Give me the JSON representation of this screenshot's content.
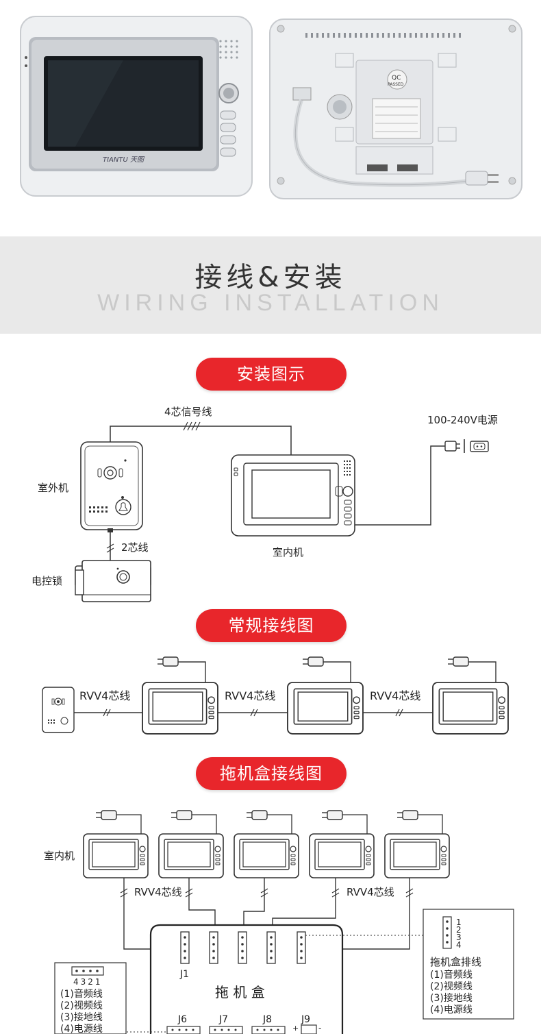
{
  "product_photos": {
    "front_brand": "TIANTU 天图",
    "qc_label": "QC",
    "qc_sub": "PASSED"
  },
  "banner": {
    "title_cn": "接线&安装",
    "title_en": "WIRING INSTALLATION"
  },
  "install_section": {
    "title": "安装图示",
    "signal_wire": "4芯信号线",
    "power_label": "100-240V电源",
    "outdoor_unit": "室外机",
    "indoor_unit": "室内机",
    "lock_wire": "2芯线",
    "lock_label": "电控锁"
  },
  "regular_section": {
    "title": "常规接线图",
    "wire_labels": [
      "RVV4芯线",
      "RVV4芯线",
      "RVV4芯线"
    ]
  },
  "box_section": {
    "title": "拖机盒接线图",
    "indoor_label": "室内机",
    "wire_left": "RVV4芯线",
    "wire_right": "RVV4芯线",
    "box_label": "拖 机 盒",
    "j1_label": "J1",
    "bottom_ports": [
      "J6",
      "J7",
      "J8",
      "J9"
    ],
    "j9_plus": "+",
    "j9_minus": "-",
    "right_legend": {
      "pins": [
        "1",
        "2",
        "3",
        "4"
      ],
      "title": "拖机盒排线",
      "items": [
        "(1)音频线",
        "(2)视频线",
        "(3)接地线",
        "(4)电源线"
      ]
    },
    "left_legend": {
      "pins": "4321",
      "items": [
        "(1)音频线",
        "(2)视频线",
        "(3)接地线",
        "(4)电源线"
      ]
    }
  }
}
